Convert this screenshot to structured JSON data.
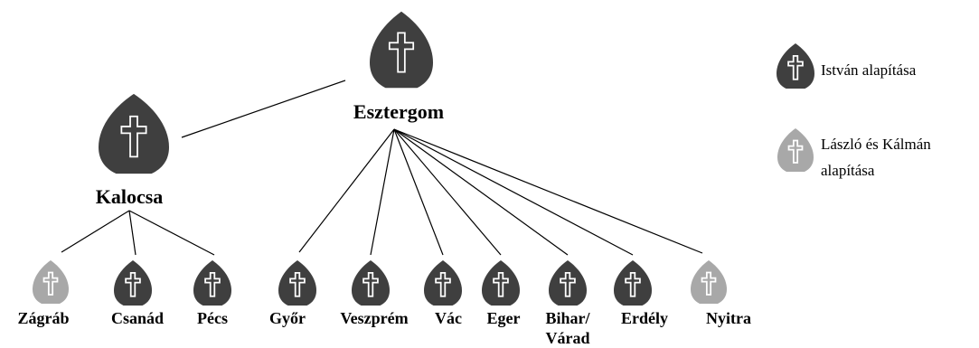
{
  "colors": {
    "istvan": "#3f3f3f",
    "laszlo_kalman": "#a8a8a8",
    "line": "#000000",
    "cross": "#ffffff"
  },
  "icon": "mitre-cross-icon",
  "nodes": {
    "esztergom": {
      "label": "Esztergom",
      "founder": "istvan"
    },
    "kalocsa": {
      "label": "Kalocsa",
      "founder": "istvan"
    },
    "zagrab": {
      "label": "Zágráb",
      "founder": "laszlo_kalman"
    },
    "csanad": {
      "label": "Csanád",
      "founder": "istvan"
    },
    "pecs": {
      "label": "Pécs",
      "founder": "istvan"
    },
    "gyor": {
      "label": "Győr",
      "founder": "istvan"
    },
    "veszprem": {
      "label": "Veszprém",
      "founder": "istvan"
    },
    "vac": {
      "label": "Vác",
      "founder": "istvan"
    },
    "eger": {
      "label": "Eger",
      "founder": "istvan"
    },
    "bihar": {
      "label_line1": "Bihar/",
      "label_line2": "Várad",
      "founder": "istvan"
    },
    "erdely": {
      "label": "Erdély",
      "founder": "istvan"
    },
    "nyitra": {
      "label": "Nyitra",
      "founder": "laszlo_kalman"
    }
  },
  "legend": {
    "istvan": {
      "label": "István alapítása"
    },
    "laszlo_kalman": {
      "label_line1": "László és Kálmán",
      "label_line2": "alapítása"
    }
  }
}
